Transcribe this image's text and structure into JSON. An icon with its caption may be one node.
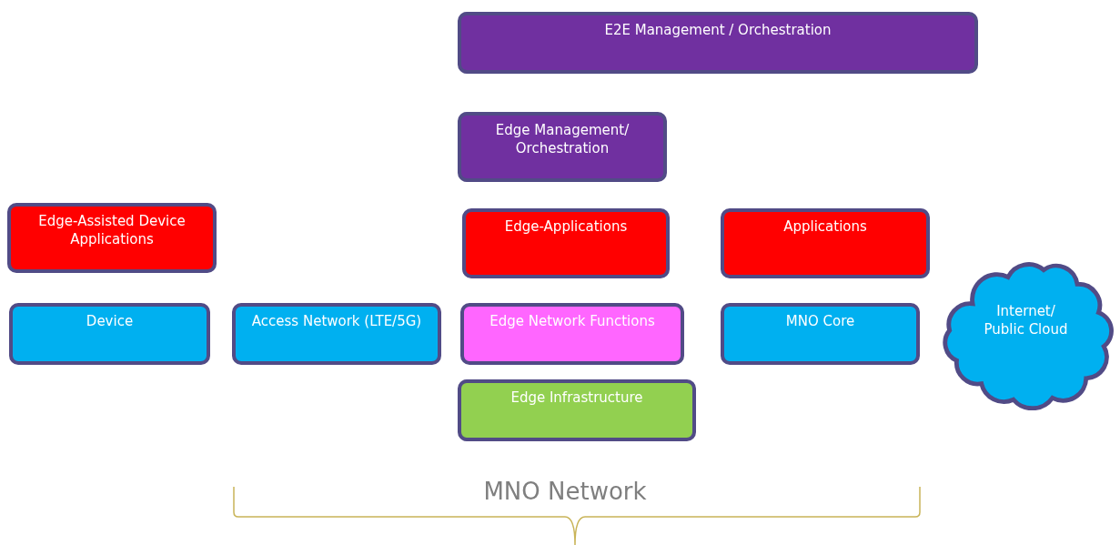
{
  "diagram": {
    "nodes": [
      {
        "text": [
          "E2E Management / Orchestration"
        ]
      },
      {
        "text": [
          "Edge Management/ Orchestration"
        ]
      },
      {
        "text": [
          "Edge-Assisted Device Applications"
        ]
      },
      {
        "text": [
          "Edge-Applications"
        ]
      },
      {
        "text": [
          "Applications"
        ]
      },
      {
        "text": [
          "Device"
        ]
      },
      {
        "text": [
          "Access Network (LTE/5G)"
        ]
      },
      {
        "text": [
          "Edge Network Functions"
        ]
      },
      {
        "text": [
          "MNO Core"
        ]
      },
      {
        "text": [
          "Edge Infrastructure"
        ]
      },
      {
        "text": [
          "Internet/ Public Cloud"
        ]
      }
    ],
    "labels": [
      "MNO Network"
    ]
  }
}
